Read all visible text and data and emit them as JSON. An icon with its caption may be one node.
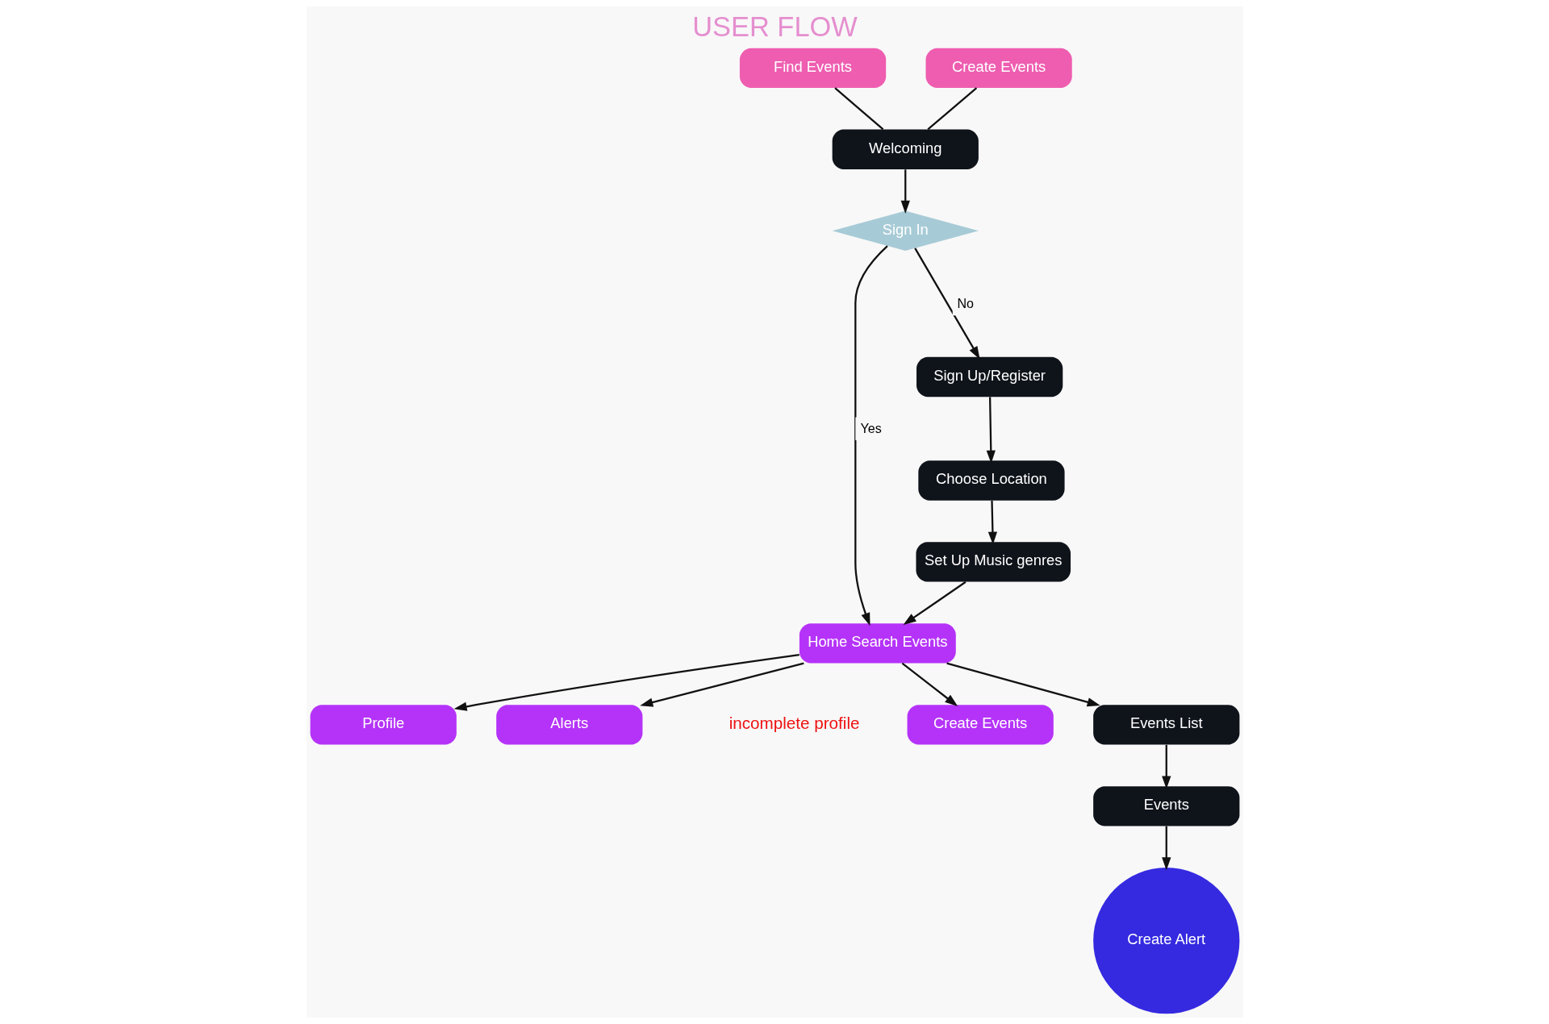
{
  "diagram": {
    "title": "USER FLOW",
    "nodes": [
      {
        "text": [
          "Find Events"
        ]
      },
      {
        "text": [
          "Create Events"
        ]
      },
      {
        "text": [
          "Welcoming"
        ]
      },
      {
        "text": [
          "Sign In"
        ]
      },
      {
        "text": [
          "Home Search Events"
        ]
      },
      {
        "text": [
          "Profile"
        ]
      },
      {
        "text": [
          "Alerts"
        ]
      },
      {
        "text": [
          "Create Events"
        ]
      },
      {
        "text": [
          "Events List"
        ]
      },
      {
        "text": [
          "Set Up Music genres"
        ]
      },
      {
        "text": [
          "Events"
        ]
      },
      {
        "text": [
          "Sign Up/Register"
        ]
      },
      {
        "text": [
          "Choose Location"
        ]
      },
      {
        "text": [
          "Create Alert"
        ]
      }
    ],
    "edges": [
      {
        "from": 0,
        "to": 2,
        "arrow": "none"
      },
      {
        "from": 1,
        "to": 2,
        "arrow": "none"
      },
      {
        "from": 2,
        "to": 3,
        "arrow": "to"
      },
      {
        "from": 3,
        "to": 4,
        "arrow": "to",
        "label": "Yes"
      },
      {
        "from": 3,
        "to": 11,
        "arrow": "to",
        "label": "No"
      },
      {
        "from": 11,
        "to": 12,
        "arrow": "to"
      },
      {
        "from": 12,
        "to": 9,
        "arrow": "to"
      },
      {
        "from": 9,
        "to": 4,
        "arrow": "to"
      },
      {
        "from": 4,
        "to": 5,
        "arrow": "to"
      },
      {
        "from": 4,
        "to": 6,
        "arrow": "to"
      },
      {
        "from": 4,
        "to": 7,
        "arrow": "to"
      },
      {
        "from": 4,
        "to": 8,
        "arrow": "to"
      },
      {
        "from": 8,
        "to": 10,
        "arrow": "to"
      },
      {
        "from": 10,
        "to": 13,
        "arrow": "to"
      }
    ],
    "labels": [
      "incomplete profile"
    ]
  }
}
